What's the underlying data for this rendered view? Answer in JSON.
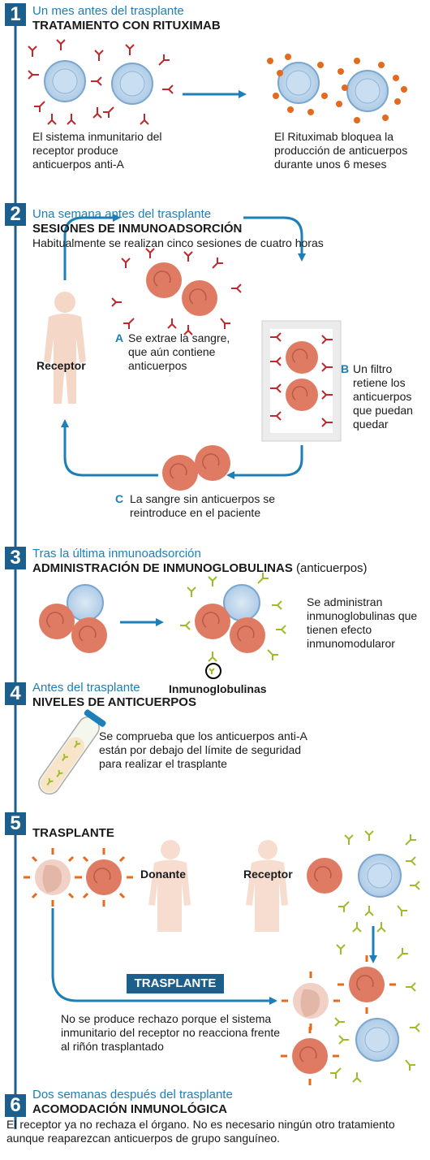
{
  "steps": [
    {
      "num": "1",
      "sub": "Un mes antes del trasplante",
      "title": "TRATAMIENTO CON RITUXIMAB"
    },
    {
      "num": "2",
      "sub": "Una semana antes del trasplante",
      "title": "SESIONES DE INMUNOADSORCIÓN"
    },
    {
      "num": "3",
      "sub": "Tras la última inmunoadsorción",
      "title": "ADMINISTRACIÓN DE INMUNOGLOBULINAS",
      "title_extra": "(anticuerpos)"
    },
    {
      "num": "4",
      "sub": "Antes del trasplante",
      "title": "NIVELES DE ANTICUERPOS"
    },
    {
      "num": "5",
      "title": "TRASPLANTE"
    },
    {
      "num": "6",
      "sub": "Dos semanas después del trasplante",
      "title": "ACOMODACIÓN INMUNOLÓGICA"
    }
  ],
  "s1": {
    "left_text": "El sistema inmunitario del receptor produce anticuerpos anti-A",
    "right_text": "El Rituximab bloquea la producción de anticuerpos durante unos 6 meses"
  },
  "s2": {
    "desc": "Habitualmente se realizan cinco sesiones de cuatro horas",
    "receptor": "Receptor",
    "a_letter": "A",
    "a_text": "Se extrae la sangre, que aún contiene anticuerpos",
    "b_letter": "B",
    "b_text": "Un filtro retiene los anticuerpos que puedan quedar",
    "c_letter": "C",
    "c_text": "La sangre sin anticuerpos se reintroduce en el paciente"
  },
  "s3": {
    "right_text": "Se administran inmunoglobulinas que tienen efecto inmunomodularor",
    "label": "Inmunoglobulinas"
  },
  "s4": {
    "text": "Se comprueba que los anticuerpos anti-A están por debajo del límite de seguridad para realizar el trasplante"
  },
  "s5": {
    "donante": "Donante",
    "receptor": "Receptor",
    "tag": "TRASPLANTE",
    "text": "No se produce rechazo porque el sistema inmunitario del receptor no reacciona frente al riñón trasplantado"
  },
  "s6": {
    "text": "El receptor ya no rechaza el órgano. No es necesario ningún otro tratamiento aunque reaparezcan anticuerpos de grupo sanguíneo."
  },
  "colors": {
    "accent": "#1d7fb8",
    "dark_blue": "#1d5f8c",
    "red_cell": "#e07b63",
    "antibody": "#c0282d",
    "ig": "#9bbd2a",
    "orange": "#e46a1e"
  }
}
